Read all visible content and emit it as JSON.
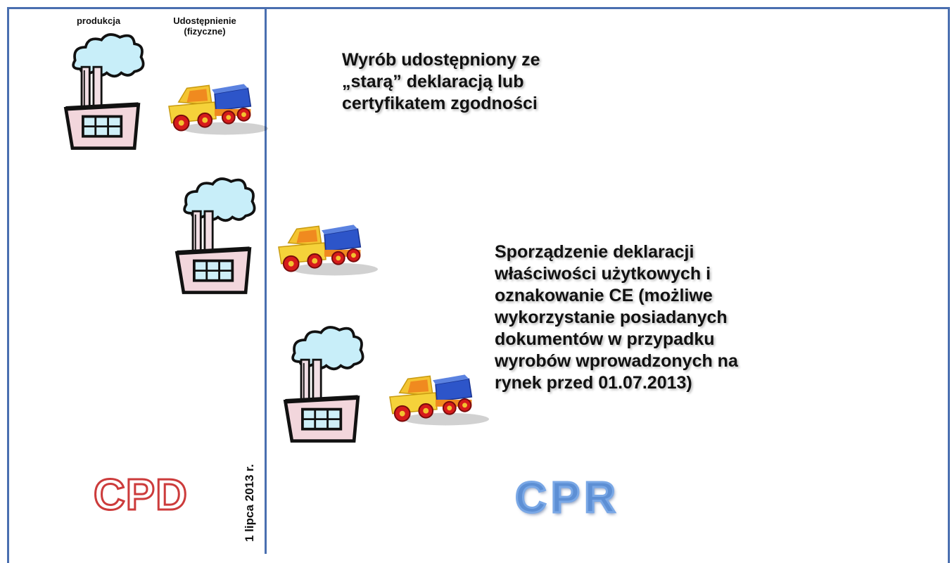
{
  "headers": {
    "production": "produkcja",
    "availability": "Udostępnienie\n(fizyczne)"
  },
  "texts": {
    "old_declaration": "Wyrób udostępniony ze „starą” deklaracją lub certyfikatem zgodności",
    "new_declaration": "Sporządzenie deklaracji właściwości użytkowych i oznakowanie CE (możliwe wykorzystanie posiadanych dokumentów w przypadku wyrobów wprowadzonych na rynek przed 01.07.2013)"
  },
  "date_label": "1 lipca 2013 r.",
  "logos": {
    "left": "CPD",
    "right": "CPR"
  },
  "icons": [
    "factory-icon",
    "toy-truck-icon"
  ],
  "colors": {
    "frame": "#4a6fb0",
    "cpd": "#cc3b3b",
    "cpr": "#5d8fd4"
  }
}
